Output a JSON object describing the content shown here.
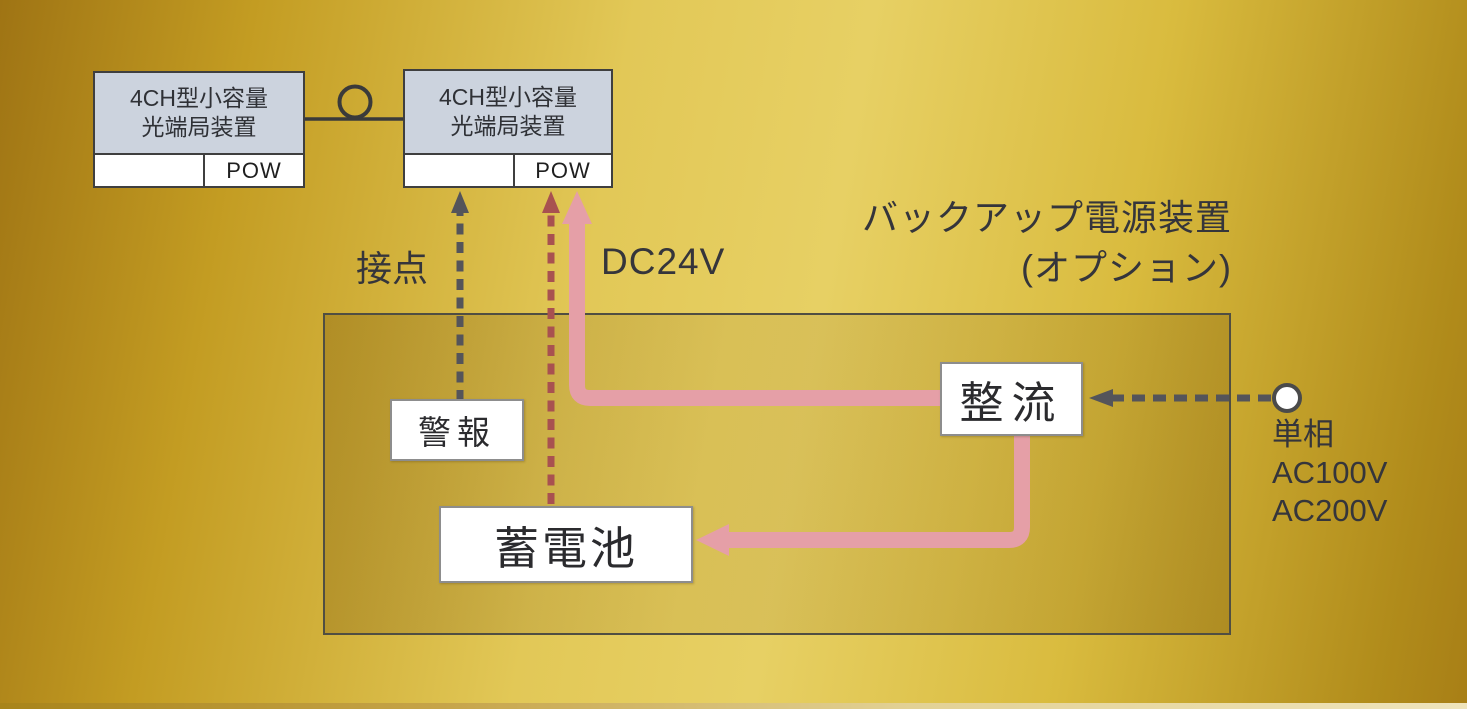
{
  "devices": {
    "left": {
      "name_line1": "4CH型小容量",
      "name_line2": "光端局装置",
      "indicator": "POW"
    },
    "right": {
      "name_line1": "4CH型小容量",
      "name_line2": "光端局装置",
      "indicator": "POW"
    }
  },
  "backup_unit": {
    "title_line1": "バックアップ電源装置",
    "title_line2": "(オプション)",
    "alarm": "警報",
    "battery": "蓄電池",
    "rectifier": "整流"
  },
  "connections": {
    "contact_label": "接点",
    "dc_label": "DC24V",
    "ac_input_line1": "単相",
    "ac_input_line2": "AC100V",
    "ac_input_line3": "AC200V"
  },
  "colors": {
    "pink_arrow": "#e59fa7",
    "dark_red_arrow": "#a85150",
    "gray_arrow": "#54545a",
    "device_header_fill": "#ccd3de",
    "outline_dark": "#3f3f3f",
    "gold_light": "#e7d064",
    "gold_dark": "#9f7414"
  }
}
